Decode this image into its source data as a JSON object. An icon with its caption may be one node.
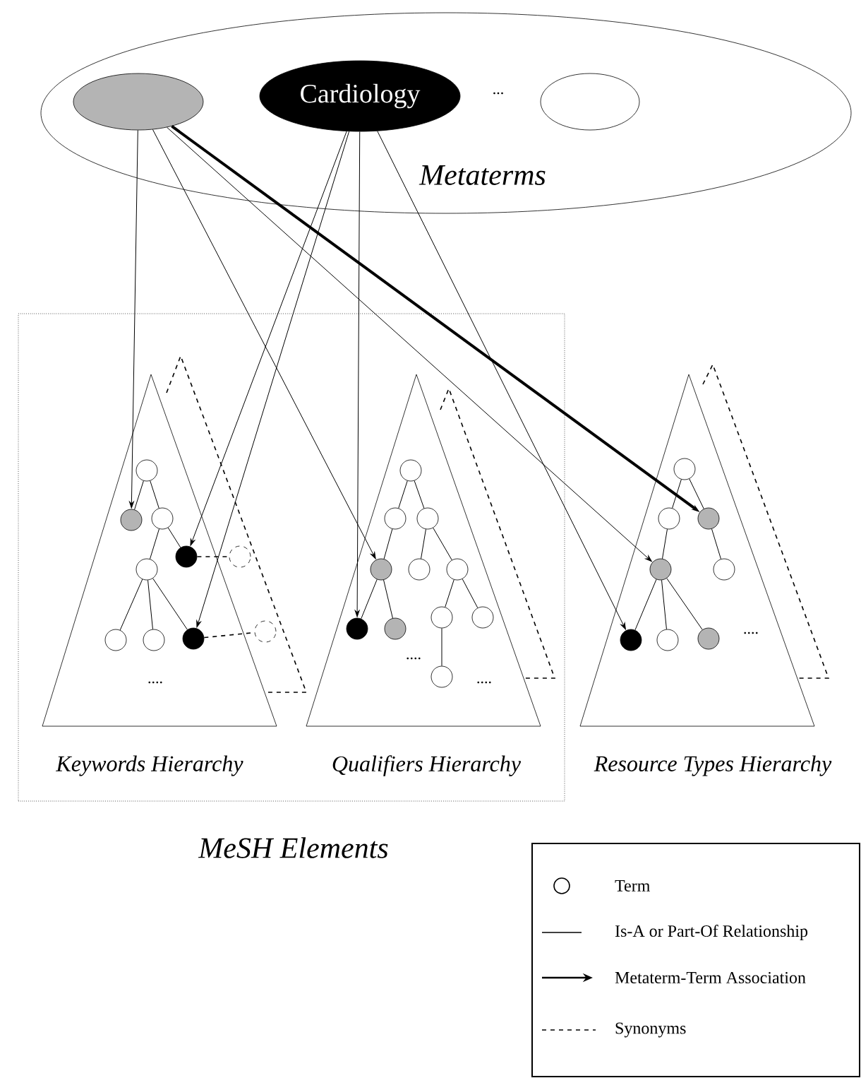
{
  "diagram": {
    "nodes": [
      {
        "text": [
          "Metaterms"
        ]
      },
      {
        "text": [],
        "shape": "ellipse",
        "in": 0
      },
      {
        "text": [
          "Cardiology"
        ],
        "in": 0
      },
      {
        "text": [],
        "shape": "ellipse",
        "in": 0
      },
      {
        "text": [
          "MeSH Elements"
        ]
      },
      {
        "text": [
          "Keywords Hierarchy"
        ],
        "in": 4
      },
      {
        "text": [],
        "shape": "circle",
        "in": 5
      },
      {
        "text": [],
        "shape": "circle",
        "in": 5
      },
      {
        "text": [],
        "shape": "circle",
        "in": 5
      },
      {
        "text": [],
        "shape": "circle",
        "in": 5
      },
      {
        "text": [],
        "shape": "circle",
        "in": 5
      },
      {
        "text": [],
        "shape": "circle",
        "in": 5
      },
      {
        "text": [],
        "shape": "circle",
        "in": 5
      },
      {
        "text": [],
        "shape": "circle",
        "in": 5
      },
      {
        "text": [],
        "shape": "circle",
        "in": 4
      },
      {
        "text": [],
        "shape": "circle",
        "in": 4
      },
      {
        "text": [
          "Qualifiers Hierarchy"
        ],
        "in": 4
      },
      {
        "text": [],
        "shape": "circle",
        "in": 16
      },
      {
        "text": [],
        "shape": "circle",
        "in": 16
      },
      {
        "text": [],
        "shape": "circle",
        "in": 16
      },
      {
        "text": [],
        "shape": "circle",
        "in": 16
      },
      {
        "text": [],
        "shape": "circle",
        "in": 16
      },
      {
        "text": [],
        "shape": "circle",
        "in": 16
      },
      {
        "text": [],
        "shape": "circle",
        "in": 16
      },
      {
        "text": [],
        "shape": "circle",
        "in": 16
      },
      {
        "text": [],
        "shape": "circle",
        "in": 16
      },
      {
        "text": [],
        "shape": "circle",
        "in": 16
      },
      {
        "text": [],
        "shape": "circle",
        "in": 16
      },
      {
        "text": [
          "Resource Types Hierarchy"
        ]
      },
      {
        "text": [],
        "shape": "circle",
        "in": 28
      },
      {
        "text": [],
        "shape": "circle",
        "in": 28
      },
      {
        "text": [],
        "shape": "circle",
        "in": 28
      },
      {
        "text": [],
        "shape": "circle",
        "in": 28
      },
      {
        "text": [],
        "shape": "circle",
        "in": 28
      },
      {
        "text": [],
        "shape": "circle",
        "in": 28
      },
      {
        "text": [],
        "shape": "circle",
        "in": 28
      },
      {
        "text": [],
        "shape": "circle",
        "in": 28
      }
    ],
    "edges": [
      {
        "from": 6,
        "to": 7,
        "arrow": "none"
      },
      {
        "from": 6,
        "to": 8,
        "arrow": "none"
      },
      {
        "from": 8,
        "to": 9,
        "arrow": "none"
      },
      {
        "from": 8,
        "to": 10,
        "arrow": "none"
      },
      {
        "from": 10,
        "to": 11,
        "arrow": "none"
      },
      {
        "from": 10,
        "to": 12,
        "arrow": "none"
      },
      {
        "from": 10,
        "to": 13,
        "arrow": "none"
      },
      {
        "from": 9,
        "to": 14,
        "arrow": "none",
        "style": "dashed"
      },
      {
        "from": 13,
        "to": 15,
        "arrow": "none",
        "style": "dashed"
      },
      {
        "from": 17,
        "to": 18,
        "arrow": "none"
      },
      {
        "from": 17,
        "to": 19,
        "arrow": "none"
      },
      {
        "from": 18,
        "to": 20,
        "arrow": "none"
      },
      {
        "from": 19,
        "to": 21,
        "arrow": "none"
      },
      {
        "from": 19,
        "to": 22,
        "arrow": "none"
      },
      {
        "from": 20,
        "to": 23,
        "arrow": "none"
      },
      {
        "from": 20,
        "to": 24,
        "arrow": "none"
      },
      {
        "from": 22,
        "to": 25,
        "arrow": "none"
      },
      {
        "from": 22,
        "to": 26,
        "arrow": "none"
      },
      {
        "from": 25,
        "to": 27,
        "arrow": "none"
      },
      {
        "from": 29,
        "to": 30,
        "arrow": "none"
      },
      {
        "from": 29,
        "to": 31,
        "arrow": "none"
      },
      {
        "from": 30,
        "to": 32,
        "arrow": "none"
      },
      {
        "from": 31,
        "to": 33,
        "arrow": "none"
      },
      {
        "from": 32,
        "to": 34,
        "arrow": "none"
      },
      {
        "from": 32,
        "to": 35,
        "arrow": "none"
      },
      {
        "from": 32,
        "to": 36,
        "arrow": "none"
      },
      {
        "from": 1,
        "to": 7,
        "arrow": "to"
      },
      {
        "from": 1,
        "to": 20,
        "arrow": "to"
      },
      {
        "from": 1,
        "to": 32,
        "arrow": "to"
      },
      {
        "from": 1,
        "to": 31,
        "arrow": "to",
        "style": "thick"
      },
      {
        "from": 2,
        "to": 9,
        "arrow": "to"
      },
      {
        "from": 2,
        "to": 13,
        "arrow": "to"
      },
      {
        "from": 2,
        "to": 23,
        "arrow": "to"
      },
      {
        "from": 2,
        "to": 34,
        "arrow": "to"
      }
    ],
    "labels": [
      "...",
      "....",
      "....",
      "....",
      "...."
    ],
    "legend": [
      {
        "text": "Term"
      },
      {
        "text": "Is-A or Part-Of Relationship"
      },
      {
        "text": "Metaterm-Term Association"
      },
      {
        "text": "Synonyms"
      }
    ]
  }
}
